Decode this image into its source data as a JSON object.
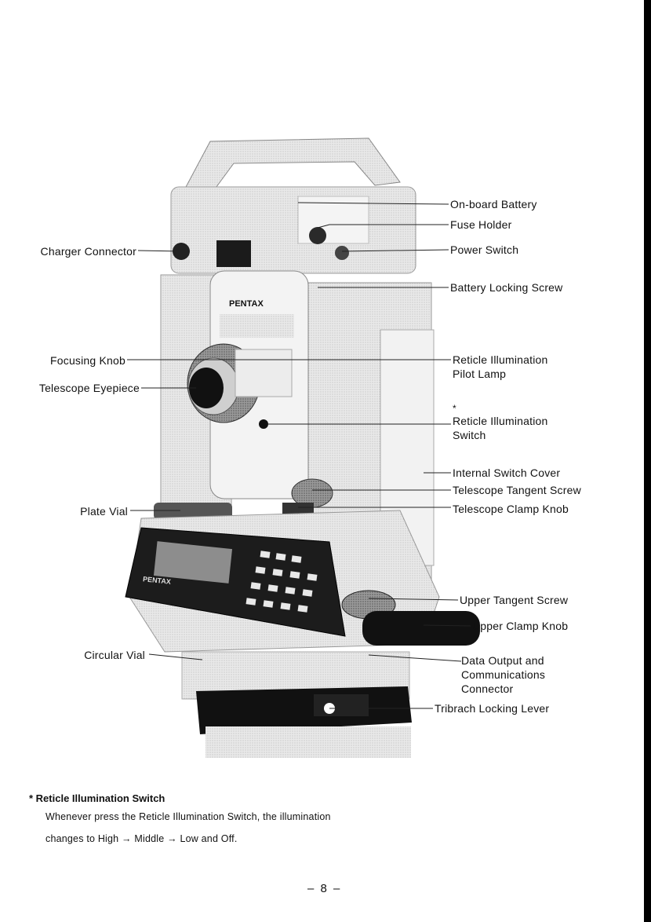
{
  "labels": {
    "on_board_battery": "On-board Battery",
    "fuse_holder": "Fuse Holder",
    "power_switch": "Power Switch",
    "battery_locking_screw": "Battery Locking Screw",
    "charger_connector": "Charger Connector",
    "focusing_knob": "Focusing Knob",
    "telescope_eyepiece": "Telescope Eyepiece",
    "reticle_pilot_line1": "Reticle Illumination",
    "reticle_pilot_line2": "Pilot Lamp",
    "reticle_switch_marker": "*",
    "reticle_switch_line1": "Reticle Illumination",
    "reticle_switch_line2": "Switch",
    "internal_switch_cover": "Internal Switch Cover",
    "telescope_tangent_screw": "Telescope Tangent Screw",
    "telescope_clamp_knob": "Telescope Clamp Knob",
    "plate_vial": "Plate Vial",
    "upper_tangent_screw": "Upper Tangent Screw",
    "upper_clamp_knob": "Upper Clamp Knob",
    "circular_vial": "Circular Vial",
    "data_output_line1": "Data Output and",
    "data_output_line2": "Communications",
    "data_output_line3": "Connector",
    "tribrach_locking_lever": "Tribrach Locking Lever"
  },
  "brand": {
    "body_logo": "PENTAX",
    "panel_logo": "PENTAX"
  },
  "note": {
    "heading": "* Reticle Illumination Switch",
    "line1": "Whenever press the Reticle Illumination Switch, the illumination",
    "line2": "changes to High → Middle → Low and Off."
  },
  "page_number": "– 8 –"
}
